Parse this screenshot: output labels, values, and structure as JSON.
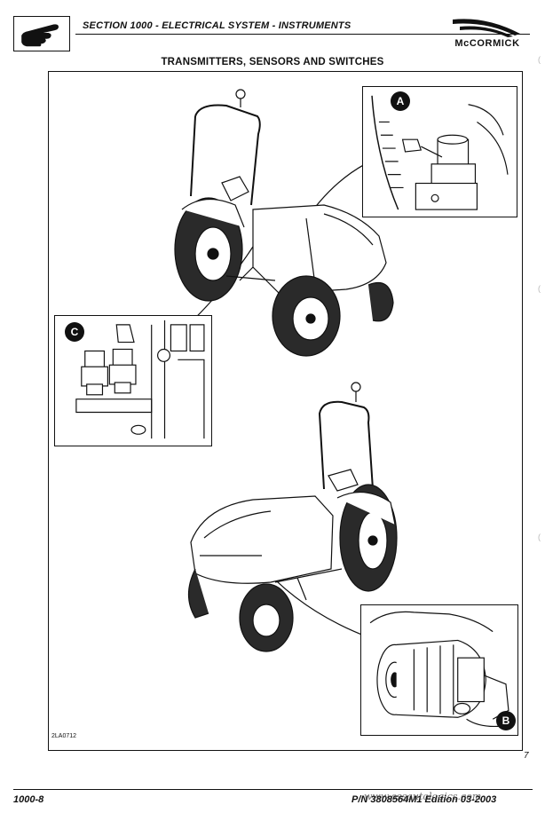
{
  "header": {
    "section_title": "SECTION 1000 - ELECTRICAL SYSTEM - INSTRUMENTS",
    "brand": "McCORMICK",
    "logo_icon": "pointing-hand-icon"
  },
  "page_heading": "TRANSMITTERS, SENSORS AND SWITCHES",
  "figure": {
    "code": "2LA0712",
    "callouts": [
      "A",
      "B",
      "C"
    ]
  },
  "page_number": "7",
  "footer": {
    "left": "1000-8",
    "right": "P/N 3808564M1   Edition 03-2003",
    "watermark": "www.ossautologics.com"
  },
  "colors": {
    "ink": "#111111",
    "paper": "#ffffff",
    "tire": "#2a2a2a"
  }
}
